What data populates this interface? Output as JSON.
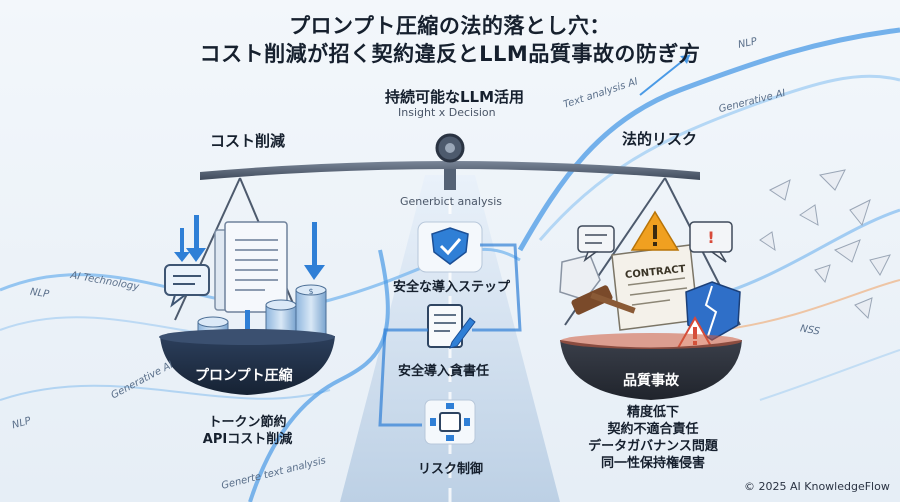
{
  "title": {
    "line1": "プロンプト圧縮の法的落とし穴：",
    "line2": "コスト削減が招く契約違反とLLM品質事故の防ぎ方"
  },
  "center": {
    "heading": "持続可能なLLM活用",
    "subheading": "Insight x Decision",
    "analysis_label": "Generbict analysis"
  },
  "left": {
    "heading": "コスト削減",
    "bowl_label": "プロンプト圧縮",
    "benefits": [
      "トークン節約",
      "APIコスト削減"
    ]
  },
  "right": {
    "heading": "法的リスク",
    "bowl_label": "品質事故",
    "contract_label": "CONTRACT",
    "risks": [
      "精度低下",
      "契約不適合責任",
      "データガバナンス問題",
      "同一性保持権侵害"
    ]
  },
  "steps": [
    {
      "label": "安全な導入ステップ",
      "icon": "shield-check-icon"
    },
    {
      "label": "安全導入貪書任",
      "icon": "document-pen-icon"
    },
    {
      "label": "リスク制御",
      "icon": "network-icon"
    }
  ],
  "stream_labels": {
    "nlp_top": "NLP",
    "text_analysis": "Text analysis AI",
    "generative_top": "Generative AI",
    "ai_technology": "AI Technology",
    "nlp_left": "NLP",
    "generative_left": "Generative AI",
    "nlp_bottom_left": "NLP",
    "generate_text": "Generte text analysis",
    "nss": "NSS"
  },
  "colors": {
    "accent_blue": "#2f7fd6",
    "bowl_dark": "#1f2f48",
    "warning_orange": "#f0a020",
    "danger_red": "#d84a3a"
  },
  "copyright": "© 2025 AI KnowledgeFlow"
}
